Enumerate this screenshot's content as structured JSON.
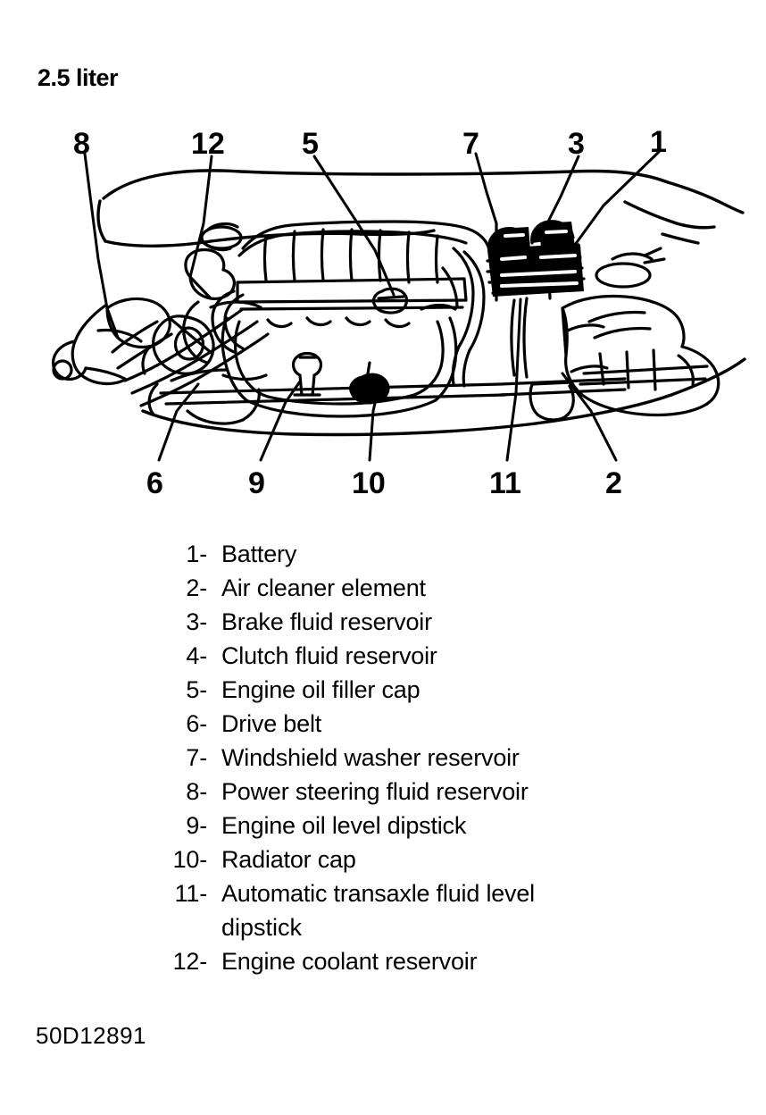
{
  "title": "2.5 liter",
  "footer_code": "50D12891",
  "diagram": {
    "name": "engine-compartment-diagram",
    "ink_color": "#000000",
    "background_color": "#ffffff",
    "callouts_top": [
      "8",
      "12",
      "5",
      "7",
      "3",
      "1"
    ],
    "callouts_bottom": [
      "6",
      "9",
      "10",
      "11",
      "2"
    ]
  },
  "legend": {
    "items": [
      {
        "num": "1-",
        "label": "Battery"
      },
      {
        "num": "2-",
        "label": "Air cleaner element"
      },
      {
        "num": "3-",
        "label": "Brake fluid reservoir"
      },
      {
        "num": "4-",
        "label": "Clutch fluid reservoir"
      },
      {
        "num": "5-",
        "label": "Engine oil filler cap"
      },
      {
        "num": "6-",
        "label": "Drive belt"
      },
      {
        "num": "7-",
        "label": "Windshield washer reservoir"
      },
      {
        "num": "8-",
        "label": "Power steering fluid reservoir"
      },
      {
        "num": "9-",
        "label": "Engine oil level dipstick"
      },
      {
        "num": "10-",
        "label": "Radiator cap"
      },
      {
        "num": "11-",
        "label": "Automatic transaxle fluid level"
      },
      {
        "num": "12-",
        "label": "Engine coolant reservoir"
      }
    ],
    "continuation_line": "dipstick",
    "continuation_after_index": 10
  }
}
